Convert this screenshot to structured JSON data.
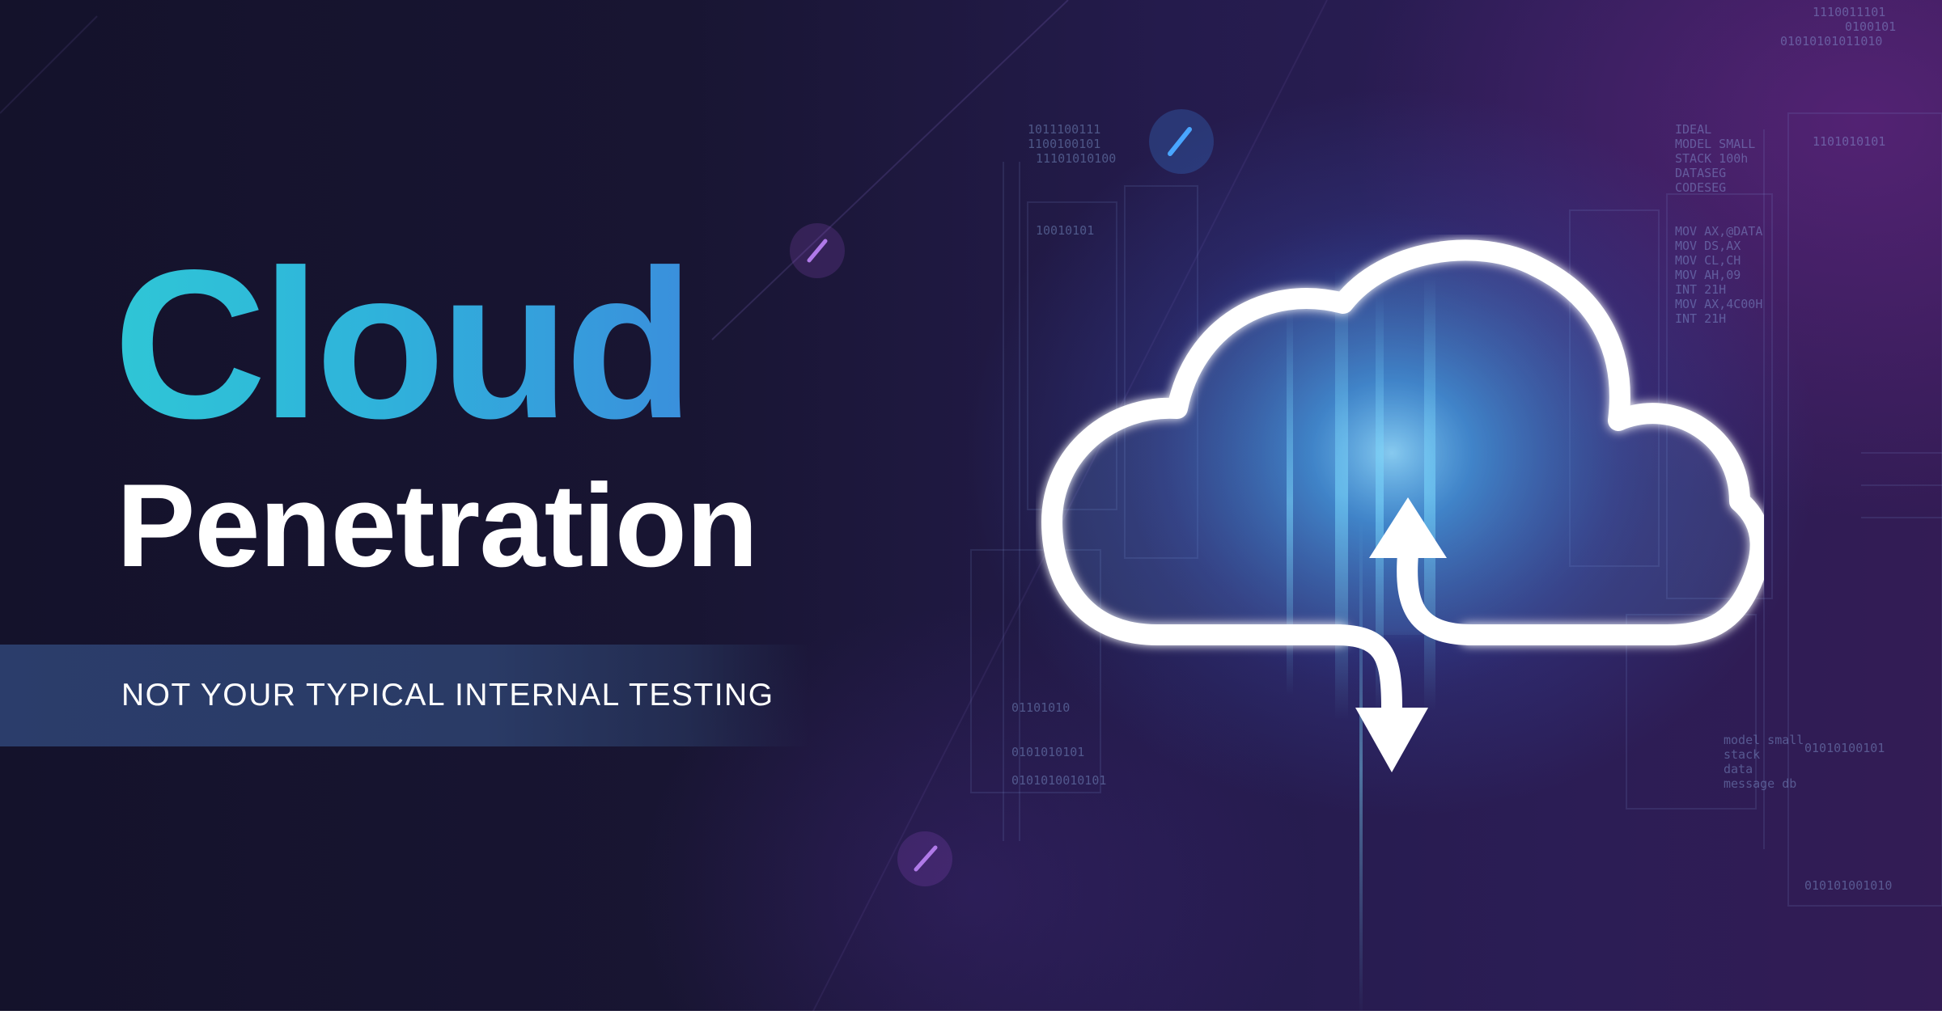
{
  "headline": {
    "line1": "Cloud",
    "line2": "Penetration"
  },
  "tagline": "NOT YOUR TYPICAL INTERNAL TESTING",
  "graphic": {
    "icon": "cloud-sync-icon",
    "arrows": [
      "arrow-up-icon",
      "arrow-down-icon"
    ]
  },
  "colors": {
    "background": "#17122f",
    "headline_gradient_start": "#2fc6d6",
    "headline_gradient_end": "#3a8fdc",
    "band": "#2b3d6b",
    "text": "#ffffff"
  }
}
